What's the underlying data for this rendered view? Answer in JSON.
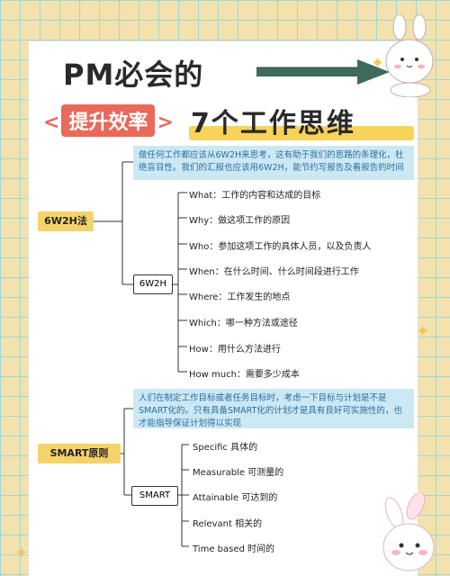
{
  "header": {
    "title_line1": "PM必会的",
    "badge_left": "<",
    "badge_text": "提升效率",
    "badge_right": ">",
    "title_line2": "7个工作思维"
  },
  "section1": {
    "label": "6W2H法",
    "description": "做任何工作都应该从6W2H来思考，这有助于我们的思路的条理化，杜绝盲目性。我们的汇报也应该用6W2H，能节约写报告及看报告的时间",
    "node": "6W2H",
    "items": [
      "What：工作的内容和达成的目标",
      "Why：做这项工作的原因",
      "Who：参加这项工作的具体人员，以及负责人",
      "When：在什么时间、什么时间段进行工作",
      "Where：工作发生的地点",
      "Which：哪一种方法或途径",
      "How：用什么方法进行",
      "How much：需要多少成本"
    ]
  },
  "section2": {
    "label": "SMART原则",
    "description": "人们在制定工作目标或者任务目标时，考虑一下目标与计划是不是SMART化的。只有具备SMART化的计划才是具有良好可实施性的，也才能指导保证计划得以实现",
    "node": "SMART",
    "items": [
      "Specific 具体的",
      "Measurable 可测量的",
      "Attainable 可达到的",
      "Relevant 相关的",
      "Time based 时间的"
    ]
  },
  "colors": {
    "accent_yellow": "#f5d36b",
    "description_blue": "#cbe8f3",
    "badge_red": "#e86a5a",
    "arrow_green": "#3f6b5a"
  }
}
